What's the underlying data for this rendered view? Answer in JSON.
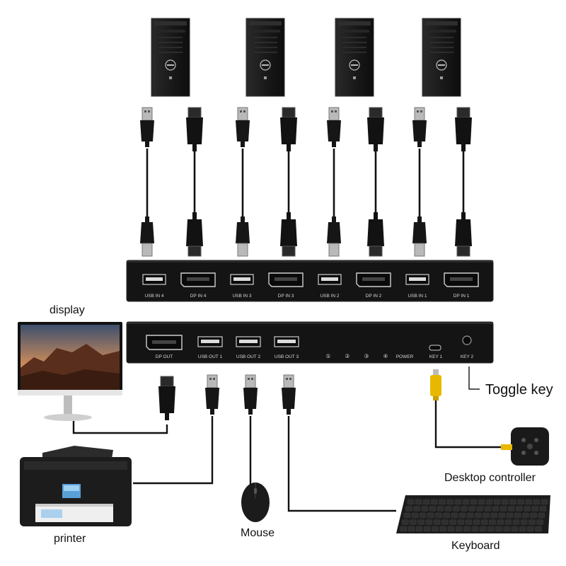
{
  "top_panel": {
    "ports": [
      {
        "type": "usb",
        "label": "USB IN 4"
      },
      {
        "type": "dp",
        "label": "DP IN 4"
      },
      {
        "type": "usb",
        "label": "USB IN 3"
      },
      {
        "type": "dp",
        "label": "DP IN 3"
      },
      {
        "type": "usb",
        "label": "USB IN 2"
      },
      {
        "type": "dp",
        "label": "DP IN 2"
      },
      {
        "type": "usb",
        "label": "USB IN 1"
      },
      {
        "type": "dp",
        "label": "DP IN 1"
      }
    ]
  },
  "bottom_panel": {
    "dp_out": "DP OUT",
    "usb_out": [
      "USB OUT 1",
      "USB OUT 2",
      "USB OUT 3"
    ],
    "leds": [
      "①",
      "②",
      "③",
      "④"
    ],
    "power": "POWER",
    "key1": "KEY 1",
    "key2": "KEY 2"
  },
  "labels": {
    "display": "display",
    "toggle_key": "Toggle key",
    "desktop_controller": "Desktop controller",
    "printer": "printer",
    "mouse": "Mouse",
    "keyboard": "Keyboard"
  },
  "computers": 4,
  "colors": {
    "device_body": "#141414",
    "cable": "#111111",
    "port_label": "#d8d8d8",
    "connector_accent": "#e8b800"
  }
}
